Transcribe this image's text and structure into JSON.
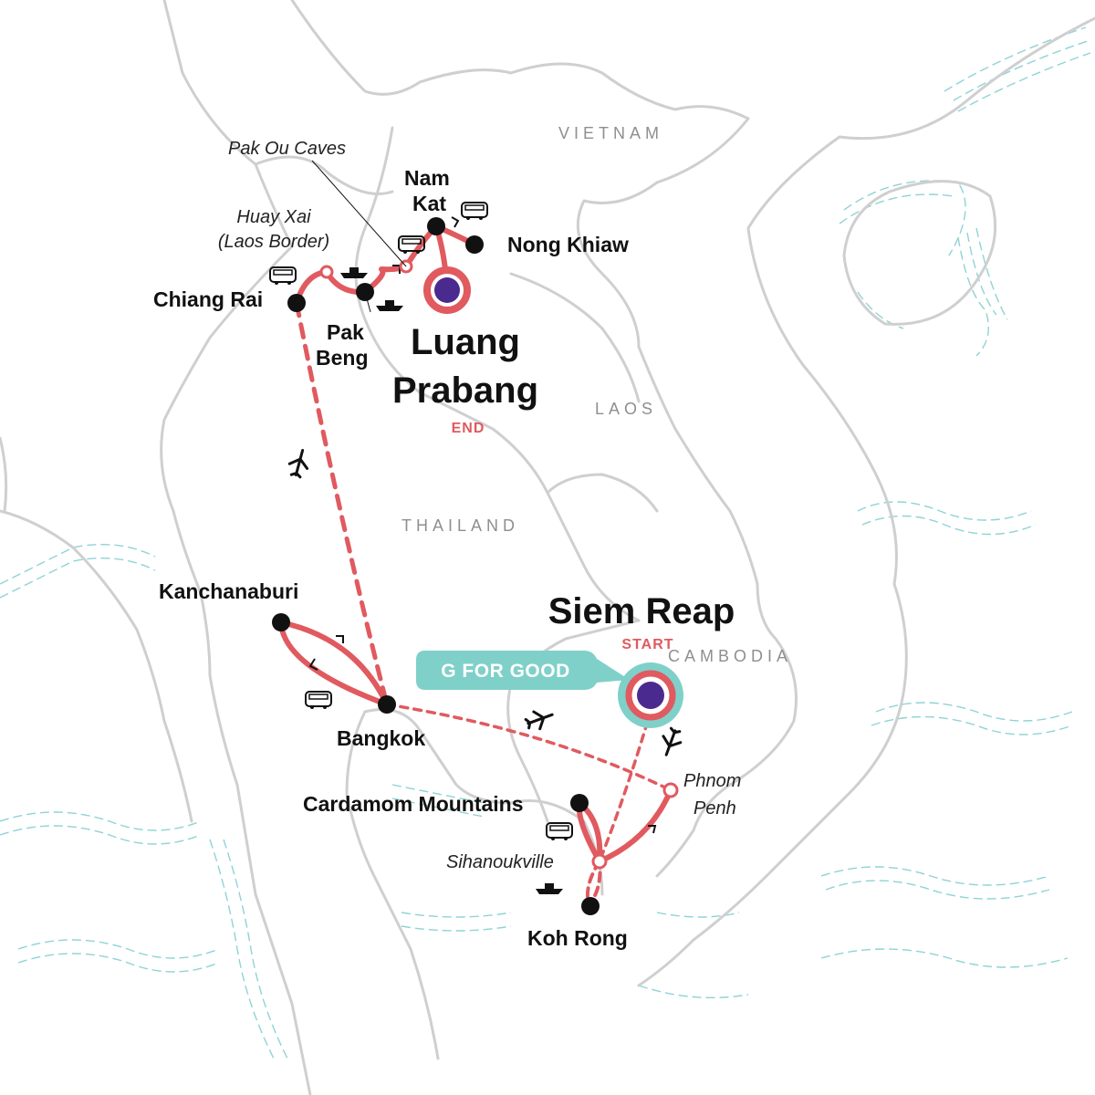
{
  "colors": {
    "route": "#e05a5f",
    "border": "#cfcfcf",
    "water": "#8fd3d6",
    "dot": "#111111",
    "start_end_fill": "#4b2a8f",
    "badge": "#7fd0c9",
    "country_label": "#8f8f8f"
  },
  "countries": {
    "vietnam": "VIETNAM",
    "laos": "LAOS",
    "thailand": "THAILAND",
    "cambodia": "CAMBODIA"
  },
  "cities": {
    "luang_prabang_1": "Luang",
    "luang_prabang_2": "Prabang",
    "end_tag": "END",
    "siem_reap": "Siem Reap",
    "start_tag": "START",
    "chiang_rai": "Chiang Rai",
    "nam_kat_1": "Nam",
    "nam_kat_2": "Kat",
    "nong_khiaw": "Nong Khiaw",
    "pak_beng_1": "Pak",
    "pak_beng_2": "Beng",
    "kanchanaburi": "Kanchanaburi",
    "bangkok": "Bangkok",
    "cardamom": "Cardamom Mountains",
    "koh_rong": "Koh Rong"
  },
  "waypoints": {
    "pak_ou": "Pak Ou Caves",
    "huay_xai_1": "Huay Xai",
    "huay_xai_2": "(Laos Border)",
    "phnom_penh_1": "Phnom",
    "phnom_penh_2": "Penh",
    "sihanoukville": "Sihanoukville"
  },
  "badge": {
    "g_for_good": "G FOR GOOD"
  },
  "icons": [
    "bus-icon",
    "boat-icon",
    "plane-icon"
  ]
}
